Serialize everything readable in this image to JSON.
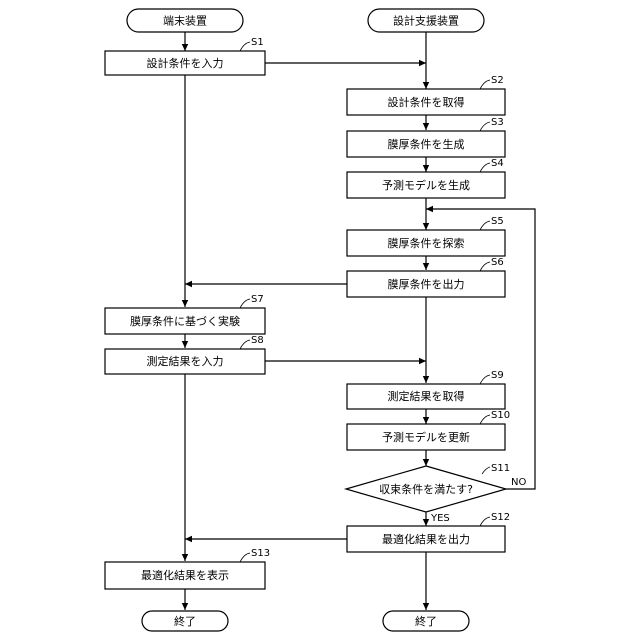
{
  "terminals": {
    "terminal_device": "端末装置",
    "design_support_device": "設計支援装置",
    "end_left": "終了",
    "end_right": "終了"
  },
  "steps": {
    "s1": {
      "id": "S1",
      "text": "設計条件を入力"
    },
    "s2": {
      "id": "S2",
      "text": "設計条件を取得"
    },
    "s3": {
      "id": "S3",
      "text": "膜厚条件を生成"
    },
    "s4": {
      "id": "S4",
      "text": "予測モデルを生成"
    },
    "s5": {
      "id": "S5",
      "text": "膜厚条件を探索"
    },
    "s6": {
      "id": "S6",
      "text": "膜厚条件を出力"
    },
    "s7": {
      "id": "S7",
      "text": "膜厚条件に基づく実験"
    },
    "s8": {
      "id": "S8",
      "text": "測定結果を入力"
    },
    "s9": {
      "id": "S9",
      "text": "測定結果を取得"
    },
    "s10": {
      "id": "S10",
      "text": "予測モデルを更新"
    },
    "s11": {
      "id": "S11",
      "text": "収束条件を満たす?"
    },
    "s12": {
      "id": "S12",
      "text": "最適化結果を出力"
    },
    "s13": {
      "id": "S13",
      "text": "最適化結果を表示"
    }
  },
  "branches": {
    "no": "NO",
    "yes": "YES"
  }
}
